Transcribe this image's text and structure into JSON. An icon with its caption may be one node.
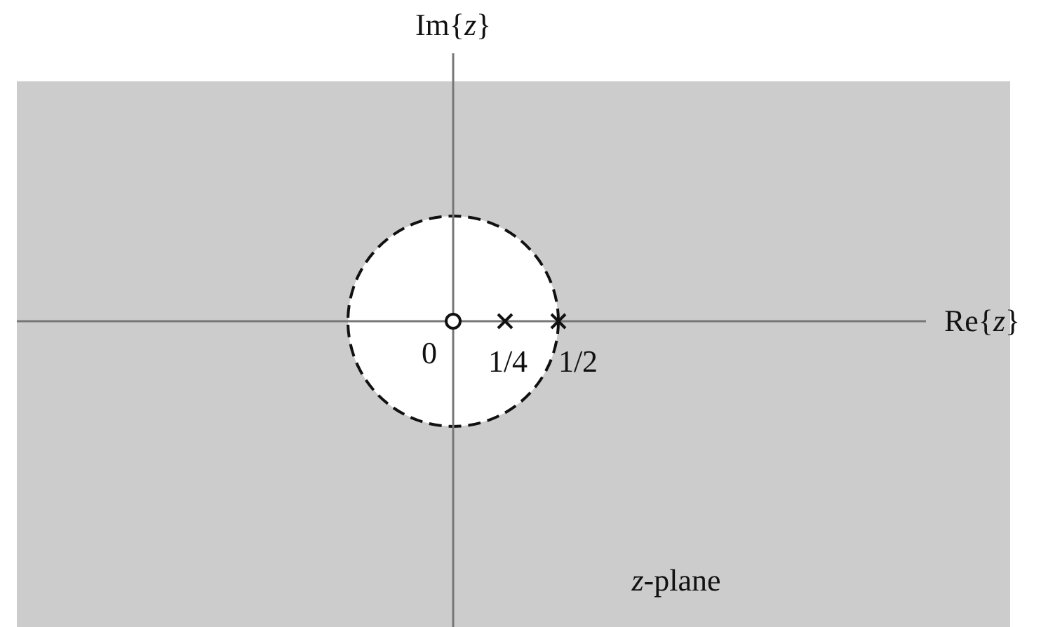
{
  "diagram": {
    "labels": [
      "Im{*z*}",
      "Re{*z*}",
      "0",
      "1/4",
      "1/2",
      "*z*-plane"
    ]
  }
}
